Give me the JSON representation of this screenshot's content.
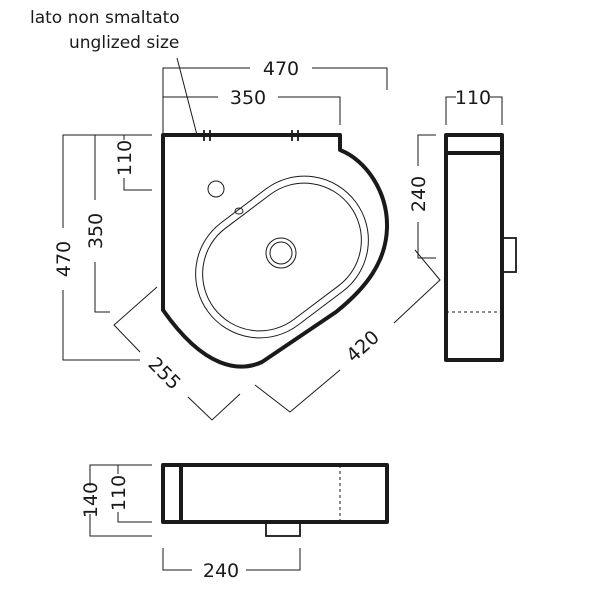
{
  "notes": {
    "line1": "lato non smaltato",
    "line2": "unglized size"
  },
  "dimensions": {
    "top_width": "470",
    "top_inner": "350",
    "left_small": "110",
    "left_mid": "350",
    "left_total": "470",
    "diag_short": "255",
    "diag_long": "420",
    "side_width": "110",
    "side_height": "240",
    "front_total": "140",
    "front_inner": "110",
    "front_width": "240"
  }
}
